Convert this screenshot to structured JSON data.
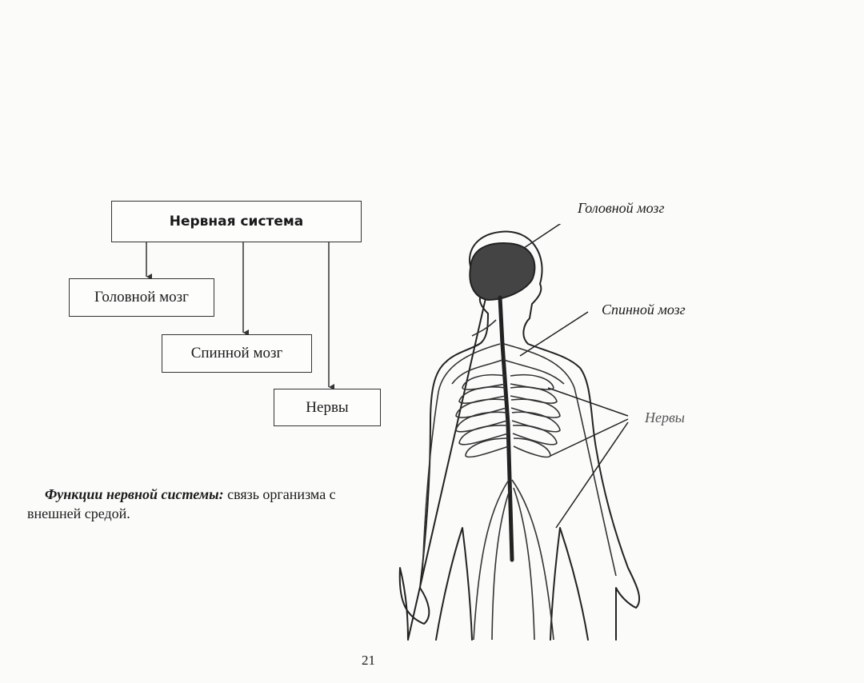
{
  "diagram": {
    "root": "Нервная система",
    "children": [
      "Головной мозг",
      "Спинной мозг",
      "Нервы"
    ]
  },
  "functions": {
    "heading": "Функции нервной системы:",
    "text": " связь организма с внешней средой."
  },
  "figure_labels": {
    "brain": "Головной мозг",
    "spinal_cord": "Спинной мозг",
    "nerves": "Нервы"
  },
  "page_number": "21"
}
